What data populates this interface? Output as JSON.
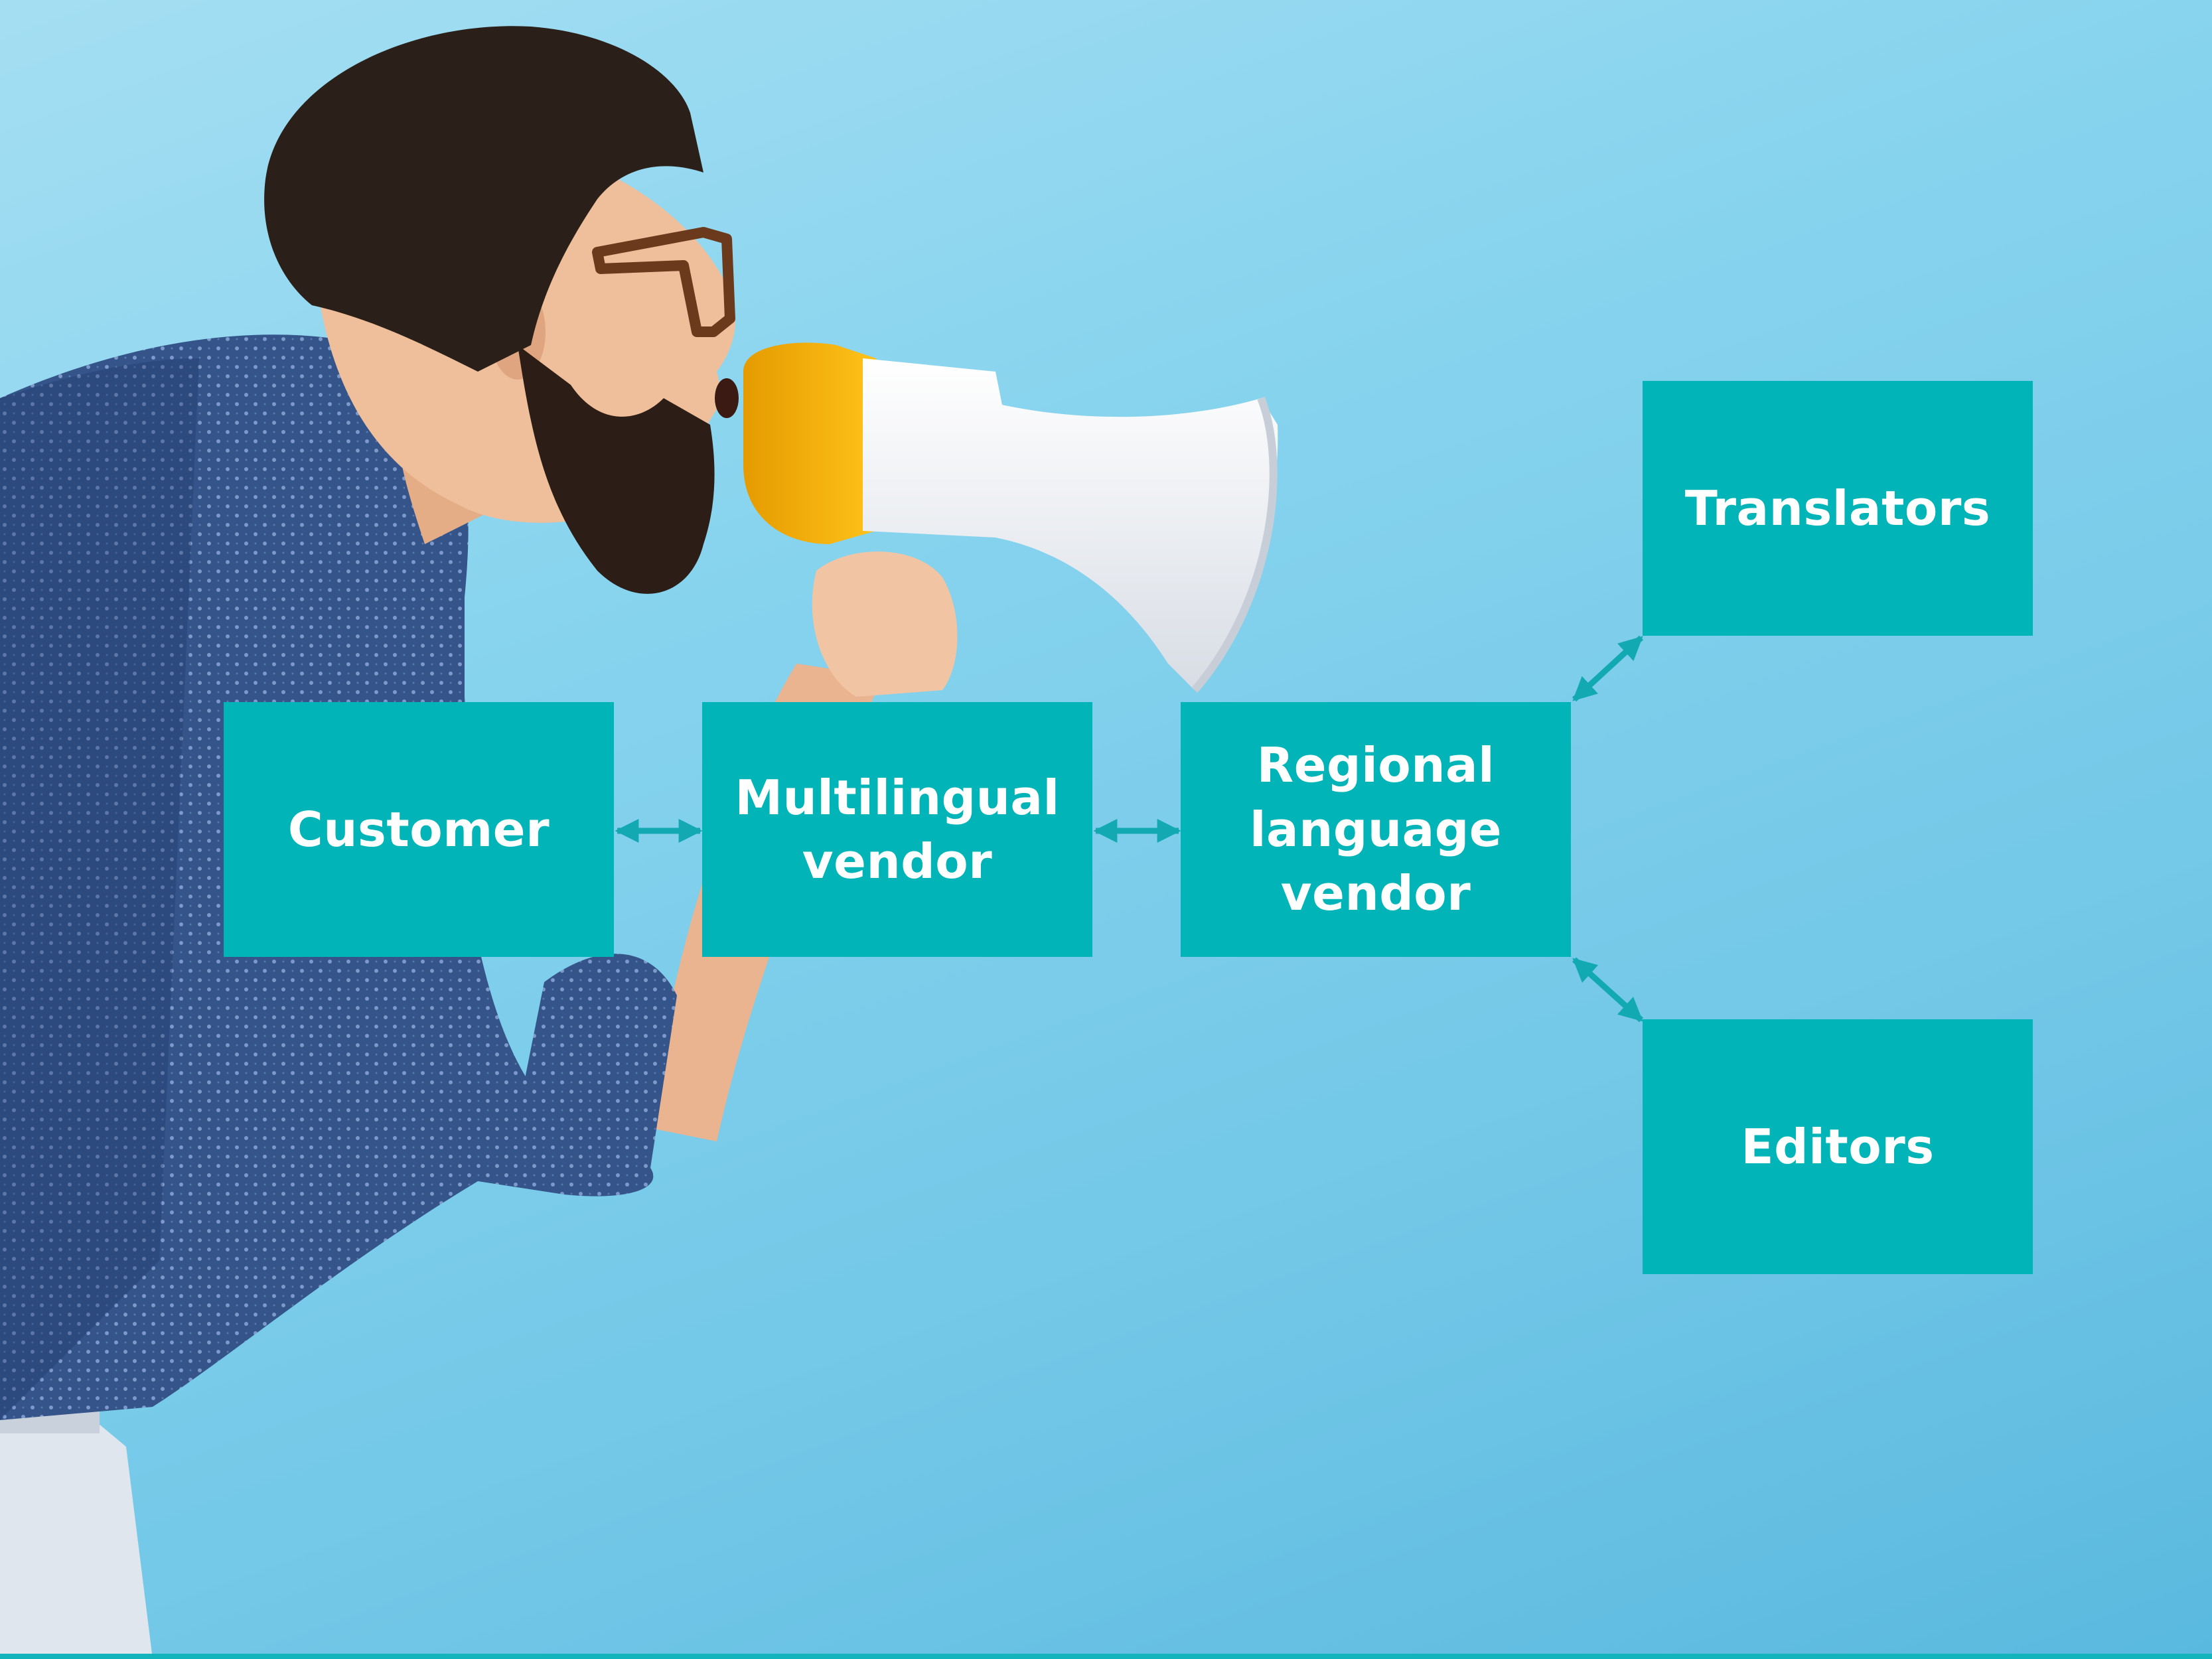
{
  "colors": {
    "box_fill": "#00b4b8",
    "box_text": "#ffffff",
    "arrow": "#12a9b2",
    "background": "#86d3ee"
  },
  "photo": {
    "subject": "man-shouting-into-megaphone"
  },
  "nodes": {
    "customer": {
      "label": "Customer"
    },
    "multilingual_vendor": {
      "label": "Multilingual\nvendor"
    },
    "regional_vendor": {
      "label": "Regional\nlanguage\nvendor"
    },
    "translators": {
      "label": "Translators"
    },
    "editors": {
      "label": "Editors"
    }
  },
  "edges": [
    {
      "from": "customer",
      "to": "multilingual_vendor",
      "direction": "both"
    },
    {
      "from": "multilingual_vendor",
      "to": "regional_vendor",
      "direction": "both"
    },
    {
      "from": "regional_vendor",
      "to": "translators",
      "direction": "both"
    },
    {
      "from": "regional_vendor",
      "to": "editors",
      "direction": "both"
    }
  ]
}
